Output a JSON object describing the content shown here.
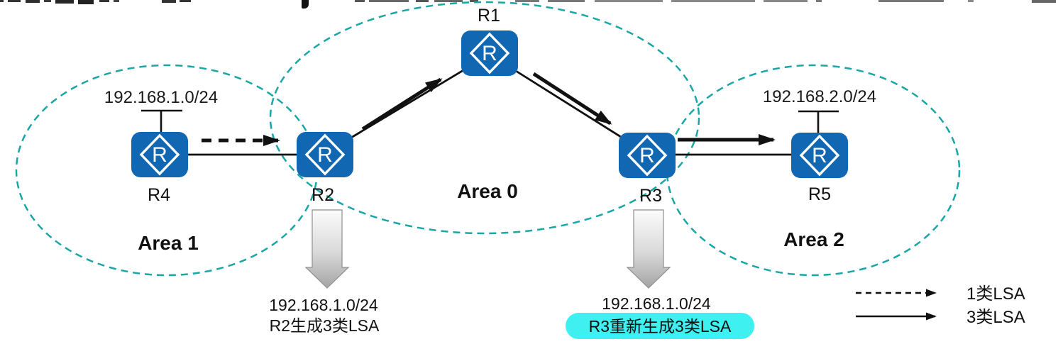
{
  "diagram": {
    "router_icon_letter": "R",
    "routers": [
      {
        "id": "R1",
        "label": "R1"
      },
      {
        "id": "R2",
        "label": "R2"
      },
      {
        "id": "R3",
        "label": "R3"
      },
      {
        "id": "R4",
        "label": "R4"
      },
      {
        "id": "R5",
        "label": "R5"
      }
    ],
    "areas": [
      {
        "id": "area1",
        "label": "Area 1"
      },
      {
        "id": "area0",
        "label": "Area 0"
      },
      {
        "id": "area2",
        "label": "Area 2"
      }
    ],
    "networks": [
      {
        "id": "net1",
        "label": "192.168.1.0/24",
        "attached_to": "R4"
      },
      {
        "id": "net2",
        "label": "192.168.2.0/24",
        "attached_to": "R5"
      }
    ],
    "annotations": [
      {
        "below": "R2",
        "line1": "192.168.1.0/24",
        "line2": "R2生成3类LSA",
        "highlighted": false
      },
      {
        "below": "R3",
        "line1": "192.168.1.0/24",
        "line2": "R3重新生成3类LSA",
        "highlighted": true
      }
    ],
    "legend": [
      {
        "line_style": "dashed",
        "label": "1类LSA"
      },
      {
        "line_style": "solid",
        "label": "3类LSA"
      }
    ],
    "colors": {
      "router_blue": "#1167b1",
      "area_dash_teal": "#1aa6a6",
      "highlight_cyan": "#3ef0f0",
      "arrow_black": "#111111"
    }
  }
}
